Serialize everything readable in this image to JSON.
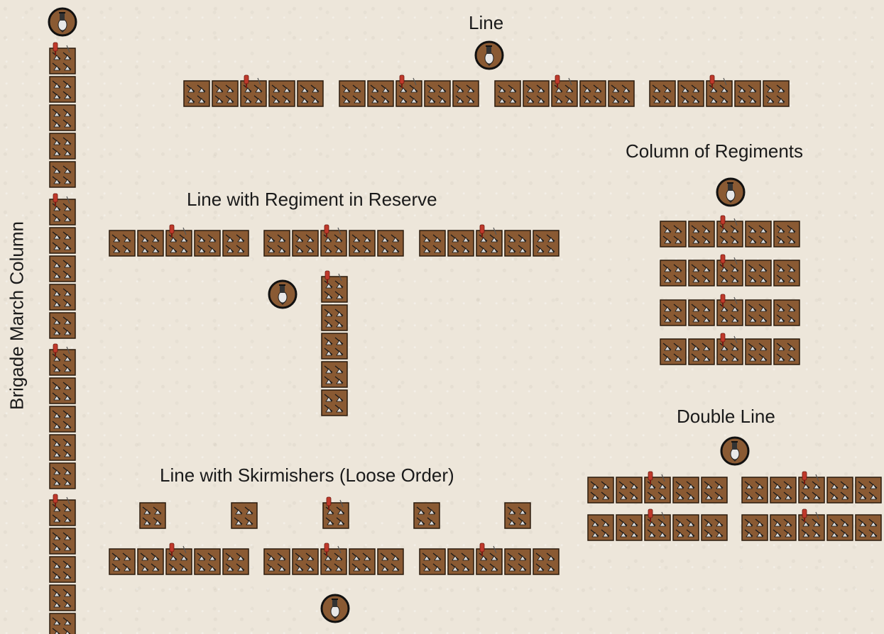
{
  "labels": {
    "line": "Line",
    "column_of_regiments": "Column of Regiments",
    "line_with_reserve": "Line with Regiment in Reserve",
    "double_line": "Double Line",
    "line_with_skirmishers": "Line with Skirmishers (Loose Order)",
    "brigade_march_column": "Brigade March Column"
  },
  "icons": {
    "unit": "infantry-stand-icon",
    "command_stand": "flag-bearer-icon",
    "leader": "brigade-leader-icon"
  },
  "colors": {
    "stand_fill": "#8a5a33",
    "stand_border": "#2a1a0c",
    "leader_fill": "#8a5a33",
    "flag": "#c0392b",
    "background": "#ede6da"
  }
}
